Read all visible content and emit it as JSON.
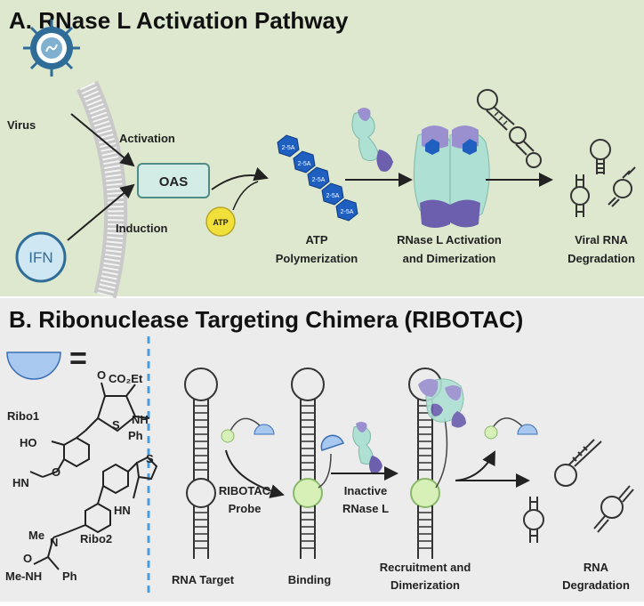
{
  "panel_a": {
    "title": "A. RNase L Activation Pathway",
    "virus_label": "Virus",
    "ifn_label": "IFN",
    "activation_label": "Activation",
    "induction_label": "Induction",
    "oas_label": "OAS",
    "atp_label": "ATP",
    "twofive_label": "2-5A",
    "step1": [
      "ATP",
      "Polymerization"
    ],
    "step2": [
      "RNase L Activation",
      "and Dimerization"
    ],
    "step3": [
      "Viral RNA",
      "Degradation"
    ],
    "colors": {
      "background": "#dde8cf",
      "oas_box": "#d4ece6",
      "atp": "#f2e03a",
      "twofive": "#1f5fbf",
      "ifn": "#cfe6f3"
    }
  },
  "panel_b": {
    "title": "B. Ribonuclease Targeting Chimera (RIBOTAC)",
    "equals": "=",
    "ribo1": "Ribo1",
    "ribo2": "Ribo2",
    "chem_labels": {
      "co2et": "CO₂Et",
      "o": "O",
      "nh_top": "NH",
      "ph_top": "Ph",
      "s_top": "S",
      "ho": "HO",
      "o_ether": "O",
      "hn_left": "HN",
      "s_right": "S",
      "hn_right": "HN",
      "me_n": "Me",
      "n": "N",
      "o_amide": "O",
      "menh": "Me-NH",
      "ph_bottom": "Ph"
    },
    "ribotac_probe": [
      "RIBOTAC",
      "Probe"
    ],
    "inactive_rnase": [
      "Inactive",
      "RNase L"
    ],
    "rna_target": "RNA Target",
    "binding": "Binding",
    "recruitment": [
      "Recruitment and",
      "Dimerization"
    ],
    "rna_degradation": [
      "RNA",
      "Degradation"
    ],
    "colors": {
      "background": "#ececec",
      "divider": "#4a9de0",
      "target_site": "#d7f0b8"
    }
  }
}
